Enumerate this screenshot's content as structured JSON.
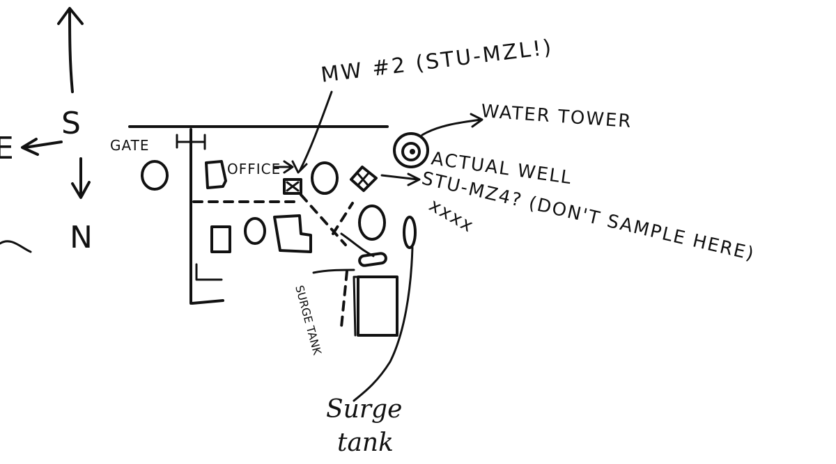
{
  "compass": {
    "south": "S",
    "north": "N",
    "east": "E"
  },
  "labels": {
    "gate": "GATE",
    "office": "OFFICE",
    "mw2": "MW #2 (STU-MZL!)",
    "water_tower": "WATER TOWER",
    "actual_well": "ACTUAL WELL",
    "stu_mz4": "STU-MZ4? (DON'T SAMPLE HERE)",
    "xxx": "xxxx",
    "surge_tank_small": "SURGE TANK",
    "surge_line1": "Surge",
    "surge_line2": "tank"
  }
}
